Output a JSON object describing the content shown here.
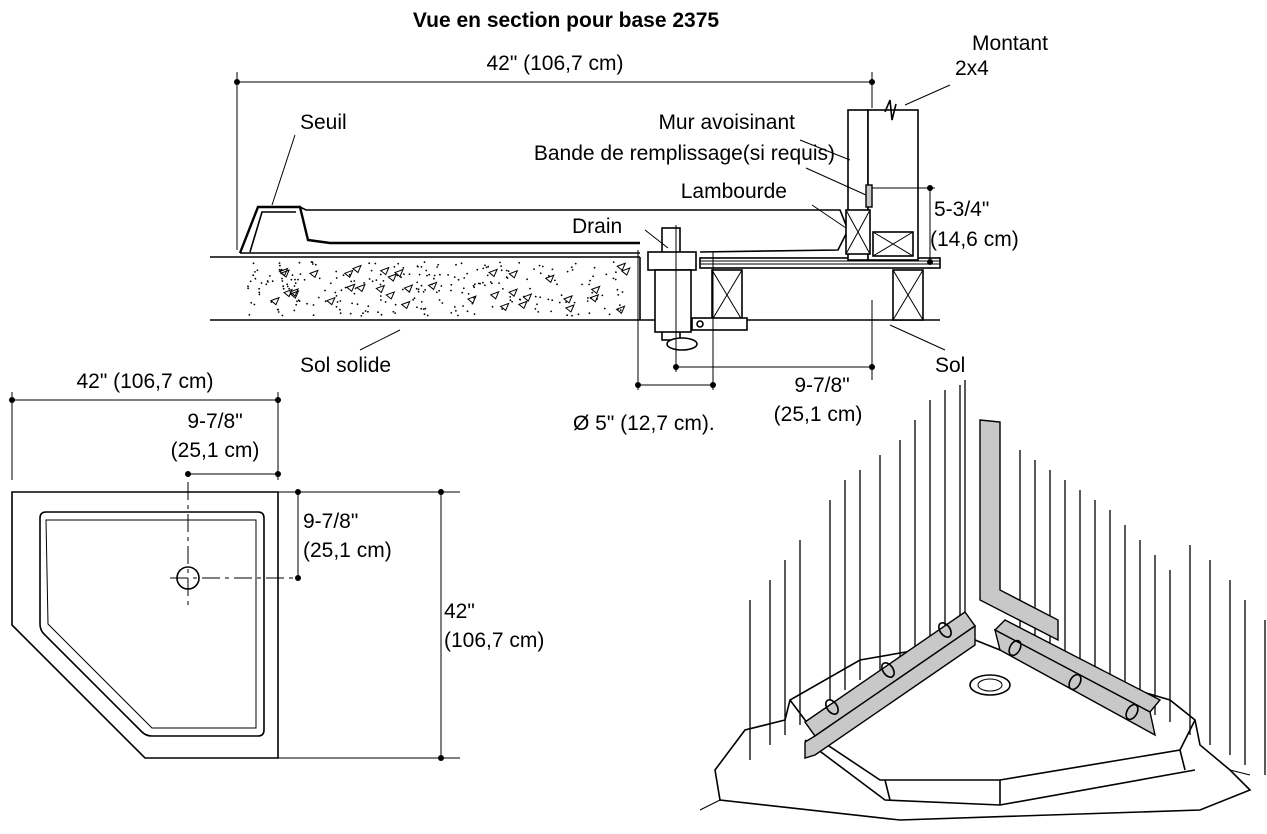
{
  "section": {
    "title": "Vue en section pour base 2375",
    "width_dim": "42\" (106,7 cm)",
    "stud_line1": "Montant",
    "stud_line2": "2x4",
    "adjacent_wall": "Mur avoisinant",
    "filler_strip": "Bande de remplissage(si requis)",
    "threshold": "Seuil",
    "joist": "Lambourde",
    "drain": "Drain",
    "height_dim_line1": "5-3/4\"",
    "height_dim_line2": "(14,6 cm)",
    "solid_floor": "Sol solide",
    "floor": "Sol",
    "drain_offset_line1": "9-7/8\"",
    "drain_offset_line2": "(25,1 cm)",
    "drain_diameter": "Ø 5\" (12,7 cm)."
  },
  "plan": {
    "top_width": "42\" (106,7 cm)",
    "x_offset_line1": "9-7/8\"",
    "x_offset_line2": "(25,1 cm)",
    "y_offset_line1": "9-7/8\"",
    "y_offset_line2": "(25,1 cm)",
    "side_height_line1": "42\"",
    "side_height_line2": "(106,7 cm)"
  }
}
